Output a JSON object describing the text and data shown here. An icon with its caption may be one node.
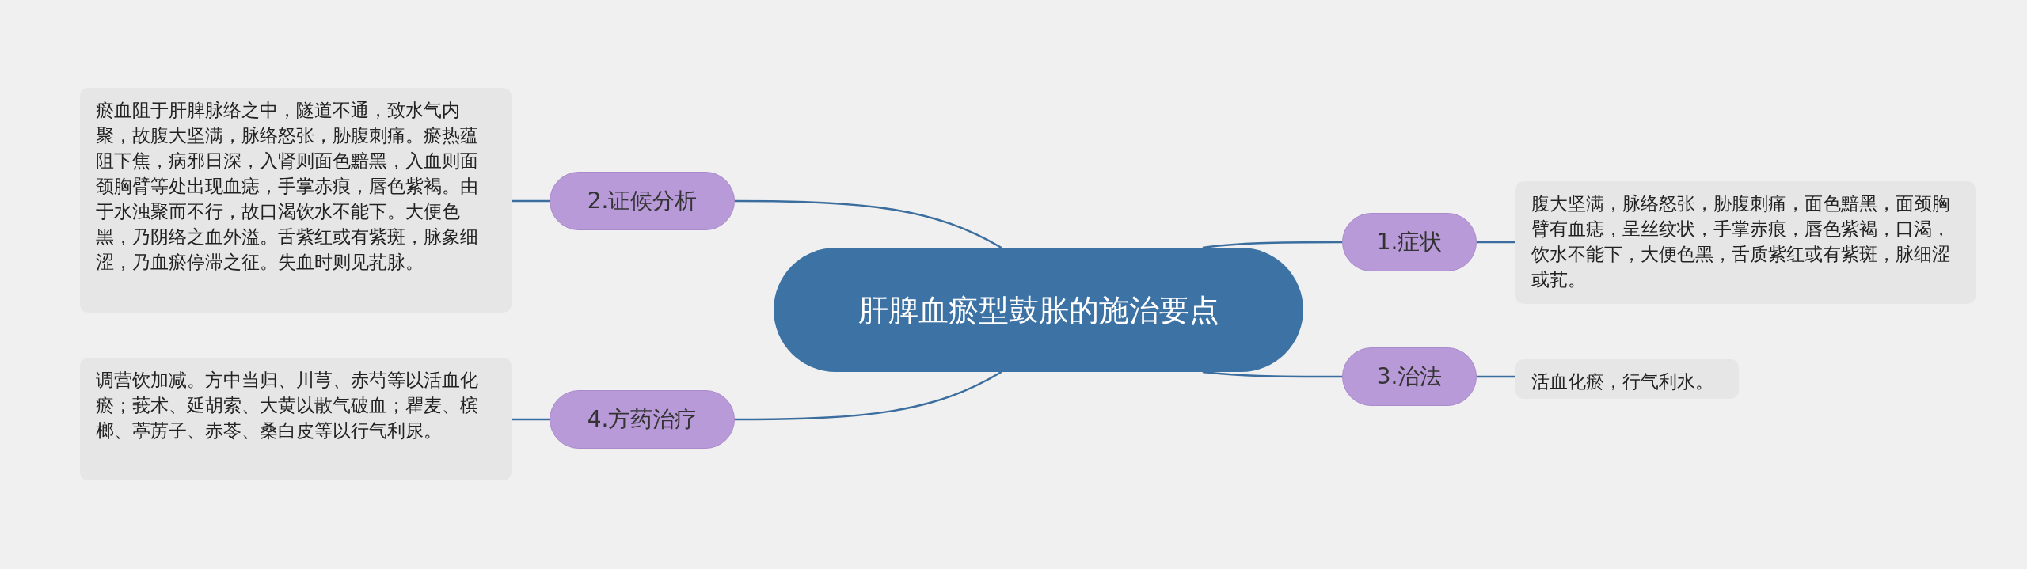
{
  "diagram": {
    "nodes": [
      {
        "text": [
          "肝脾血瘀型鼓胀的施治要点"
        ]
      },
      {
        "text": [
          "1.症状"
        ]
      },
      {
        "text": [
          "腹大坚满，脉络怒张，胁腹刺痛，面色黯黑，面颈胸臂有血痣，呈丝纹状，手掌赤痕，唇色紫褐，口渴，饮水不能下，大便色黑，舌质紫红或有紫斑，脉细涩或芤。"
        ]
      },
      {
        "text": [
          "2.证候分析"
        ]
      },
      {
        "text": [
          "瘀血阻于肝脾脉络之中，隧道不通，致水气内聚，故腹大坚满，脉络怒张，胁腹刺痛。瘀热蕴阻下焦，病邪日深，入肾则面色黯黑，入血则面颈胸臂等处出现血痣，手掌赤痕，唇色紫褐。由于水浊聚而不行，故口渴饮水不能下。大便色黑，乃阴络之血外溢。舌紫红或有紫斑，脉象细涩，乃血瘀停滞之征。失血时则见芤脉。"
        ]
      },
      {
        "text": [
          "3.治法"
        ]
      },
      {
        "text": [
          "活血化瘀，行气利水。"
        ]
      },
      {
        "text": [
          "4.方药治疗"
        ]
      },
      {
        "text": [
          "调营饮加减。方中当归、川芎、赤芍等以活血化瘀；莪术、延胡索、大黄以散气破血；瞿麦、槟榔、葶苈子、赤苓、桑白皮等以行气利尿。"
        ]
      }
    ],
    "edges": [
      {
        "from": 0,
        "to": 1,
        "arrow": "none"
      },
      {
        "from": 1,
        "to": 2,
        "arrow": "none"
      },
      {
        "from": 0,
        "to": 3,
        "arrow": "none"
      },
      {
        "from": 3,
        "to": 4,
        "arrow": "none"
      },
      {
        "from": 0,
        "to": 5,
        "arrow": "none"
      },
      {
        "from": 5,
        "to": 6,
        "arrow": "none"
      },
      {
        "from": 0,
        "to": 7,
        "arrow": "none"
      },
      {
        "from": 7,
        "to": 8,
        "arrow": "none"
      }
    ]
  }
}
